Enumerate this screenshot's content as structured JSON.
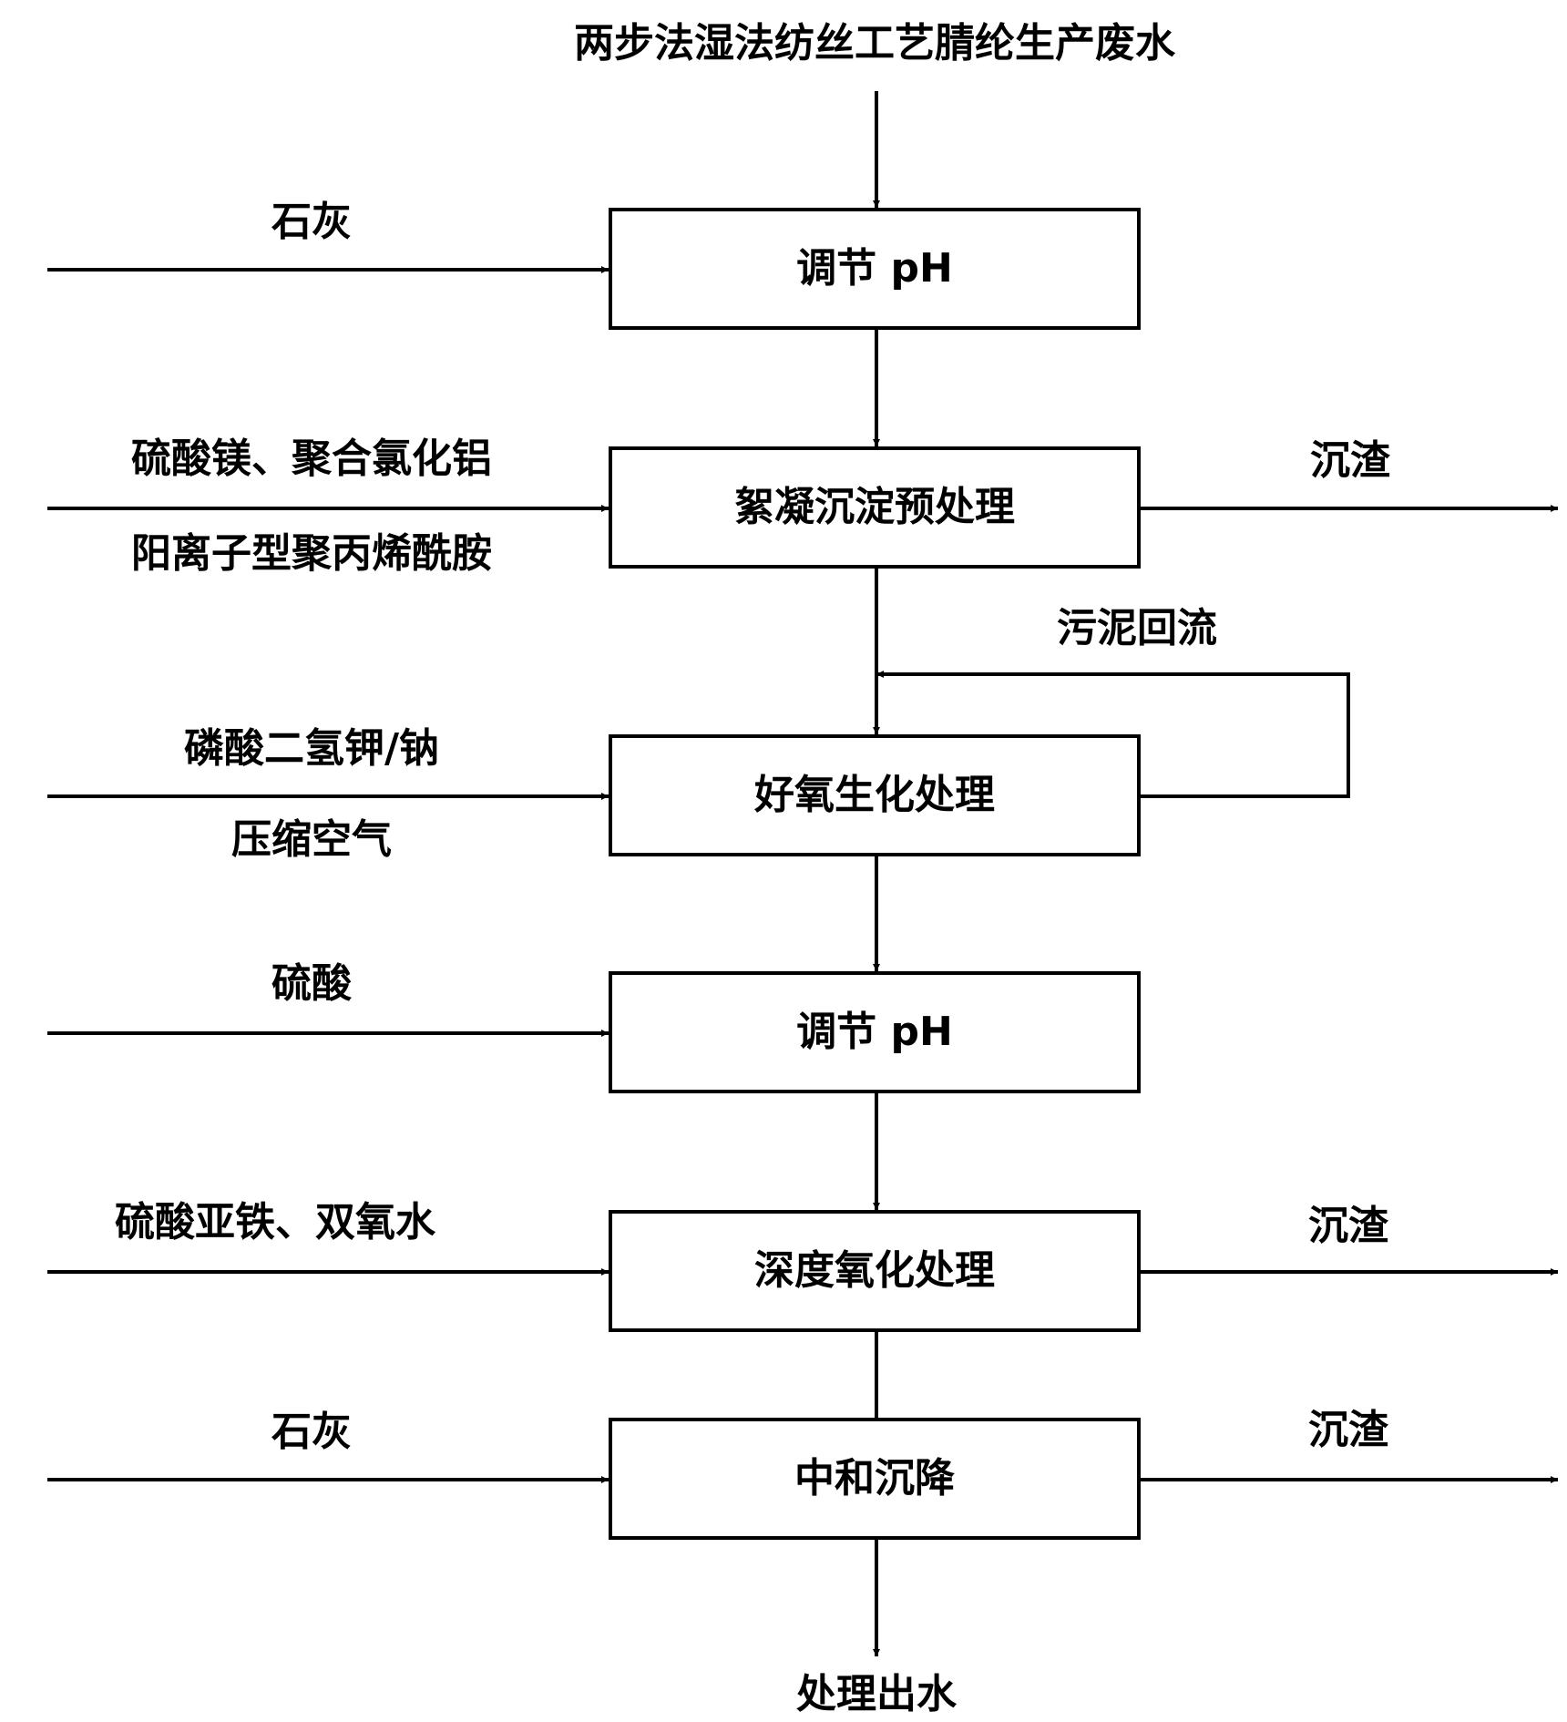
{
  "title": "两步法湿法纺丝工艺腈纶生产废水",
  "output": "处理出水",
  "steps": [
    {
      "label": "调节 pH",
      "inputs": [
        "石灰"
      ],
      "output": ""
    },
    {
      "label": "絮凝沉淀预处理",
      "inputs": [
        "硫酸镁、聚合氯化铝",
        "阳离子型聚丙烯酰胺"
      ],
      "output": "沉渣"
    },
    {
      "label": "好氧生化处理",
      "inputs": [
        "磷酸二氢钾/钠",
        "压缩空气"
      ],
      "output": ""
    },
    {
      "label": "调节 pH",
      "inputs": [
        "硫酸"
      ],
      "output": ""
    },
    {
      "label": "深度氧化处理",
      "inputs": [
        "硫酸亚铁、双氧水"
      ],
      "output": "沉渣"
    },
    {
      "label": "中和沉降",
      "inputs": [
        "石灰"
      ],
      "output": "沉渣"
    }
  ],
  "recycle_label": "污泥回流"
}
